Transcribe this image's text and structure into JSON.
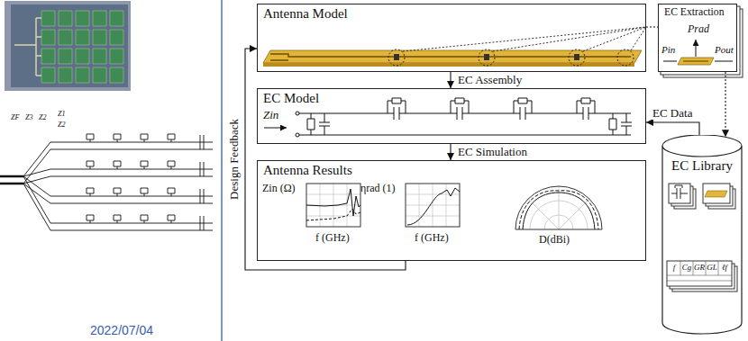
{
  "diagram": {
    "nodes": [
      {
        "text": [
          "Antenna Model"
        ]
      },
      {
        "text": [
          "EC Extraction"
        ]
      },
      {
        "text": [
          "EC Model"
        ]
      },
      {
        "text": [
          "Antenna Results"
        ]
      },
      {
        "text": [
          "EC Library"
        ]
      }
    ],
    "edges": [
      {
        "from": 0,
        "to": 2,
        "arrow": "to",
        "label": "EC Assembly"
      },
      {
        "from": 2,
        "to": 3,
        "arrow": "to",
        "label": "EC Simulation"
      },
      {
        "from": 3,
        "to": 0,
        "arrow": "to",
        "label": "Design Feedback"
      },
      {
        "from": 0,
        "to": 1,
        "arrow": "none"
      },
      {
        "from": 1,
        "to": 4,
        "arrow": "to"
      },
      {
        "from": 4,
        "to": 2,
        "arrow": "to",
        "label": "EC Data"
      }
    ],
    "labels": [
      "2022/07/04",
      "ZF",
      "Z3",
      "Z2",
      "Z1",
      "Z2",
      "Prad",
      "Pin",
      "Pout",
      "Zin",
      "Zin (Ω)",
      "f (GHz)",
      "ηrad (1)",
      "f (GHz)",
      "D(dBi)",
      "f",
      "Cg",
      "GR",
      "GL",
      "ℓf"
    ]
  }
}
